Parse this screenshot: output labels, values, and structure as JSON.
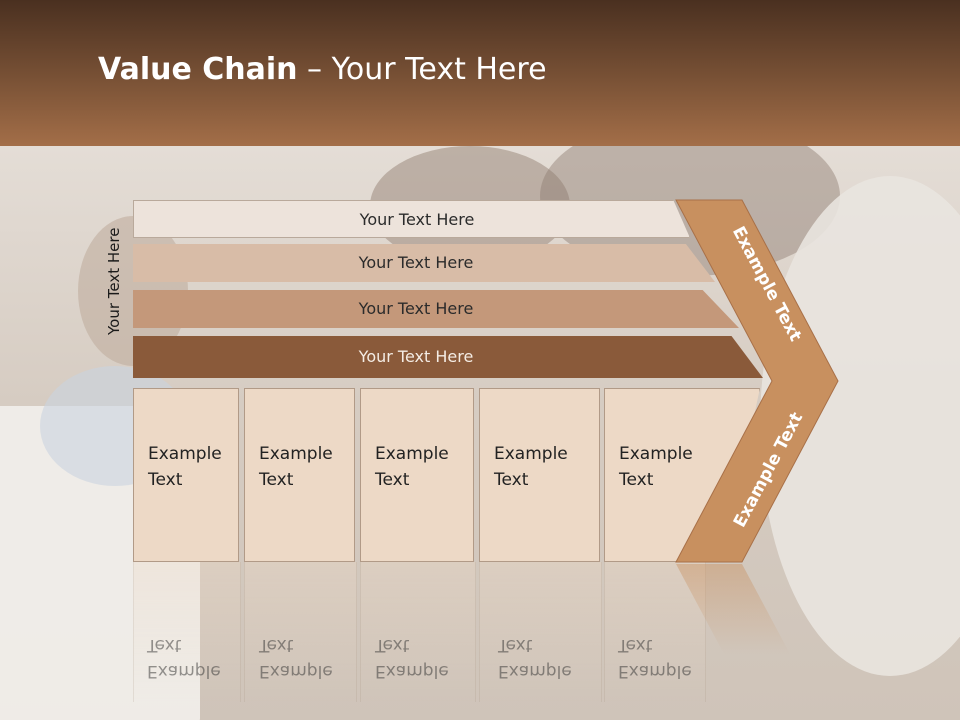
{
  "title": {
    "bold": "Value Chain",
    "rest": " – Your Text Here"
  },
  "side_label": "Your Text Here",
  "bars": [
    {
      "label": "Your Text Here"
    },
    {
      "label": "Your Text Here"
    },
    {
      "label": "Your Text Here"
    },
    {
      "label": "Your Text Here"
    }
  ],
  "columns": [
    {
      "line1": "Example",
      "line2": "Text"
    },
    {
      "line1": "Example",
      "line2": "Text"
    },
    {
      "line1": "Example",
      "line2": "Text"
    },
    {
      "line1": "Example",
      "line2": "Text"
    },
    {
      "line1": "Example",
      "line2": "Text"
    }
  ],
  "chevron": {
    "upper": "Example Text",
    "lower": "Example Text"
  },
  "colors": {
    "header": "#7a5236",
    "chevron": "#c8905f",
    "bar1": "#ede3db",
    "bar2": "#d8bca7",
    "bar3": "#c4987a",
    "bar4": "#8a5a3a",
    "column": "#edd9c6"
  }
}
